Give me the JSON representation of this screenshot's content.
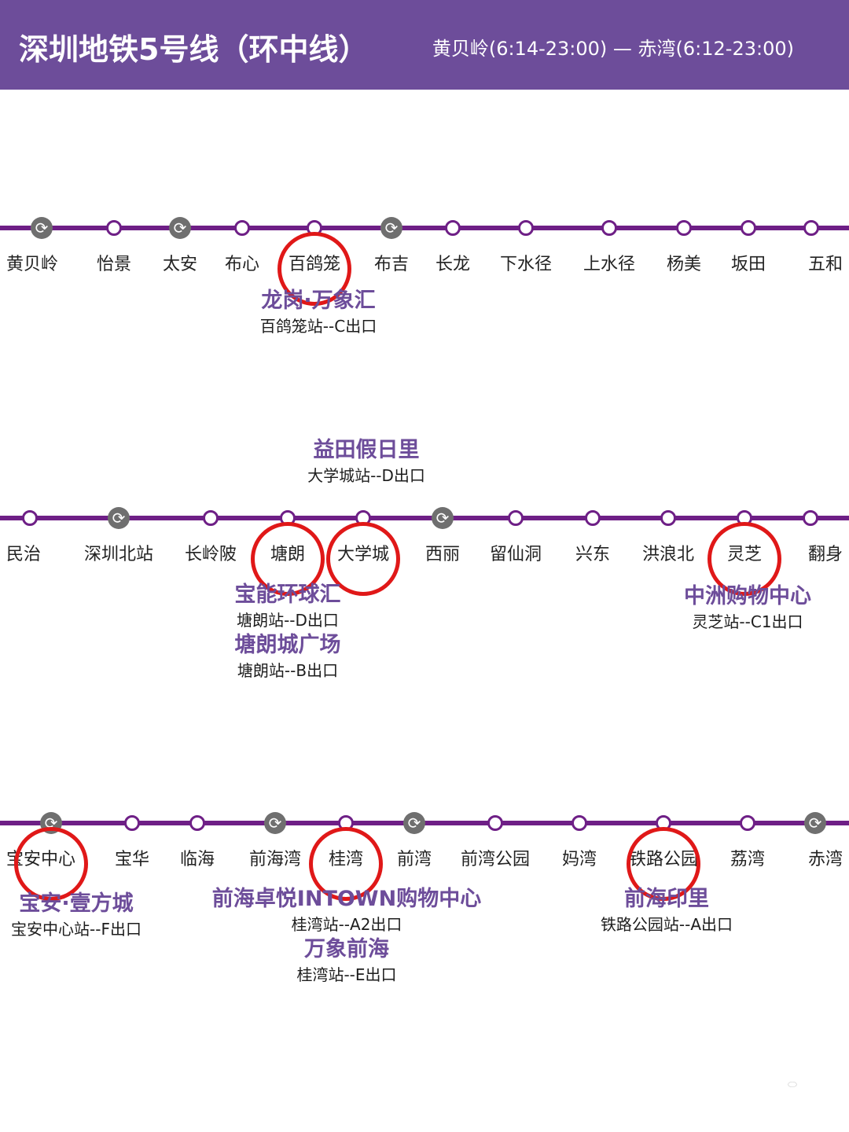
{
  "header": {
    "title": "深圳地铁5号线（环中线）",
    "hours": "黄贝岭(6:14-23:00) — 赤湾(6:12-23:00)"
  },
  "colors": {
    "line": "#6e1f86",
    "header": "#6d4d9a",
    "highlight": "#e01818",
    "transfer": "#6f6f6f"
  },
  "rows": [
    {
      "stations": [
        {
          "name": "黄贝岭",
          "transfer": true
        },
        {
          "name": "怡景",
          "transfer": false
        },
        {
          "name": "太安",
          "transfer": true
        },
        {
          "name": "布心",
          "transfer": false
        },
        {
          "name": "百鸽笼",
          "transfer": false,
          "highlight": true
        },
        {
          "name": "布吉",
          "transfer": true
        },
        {
          "name": "长龙",
          "transfer": false
        },
        {
          "name": "下水径",
          "transfer": false
        },
        {
          "name": "上水径",
          "transfer": false
        },
        {
          "name": "杨美",
          "transfer": false
        },
        {
          "name": "坂田",
          "transfer": false
        },
        {
          "name": "五和",
          "transfer": false
        }
      ],
      "annotations": [
        {
          "items": [
            {
              "mall": "龙岗·万象汇",
              "exit": "百鸽笼站--C出口"
            }
          ]
        }
      ]
    },
    {
      "stations": [
        {
          "name": "民治",
          "transfer": false
        },
        {
          "name": "深圳北站",
          "transfer": true
        },
        {
          "name": "长岭陂",
          "transfer": false
        },
        {
          "name": "塘朗",
          "transfer": false,
          "highlight": true
        },
        {
          "name": "大学城",
          "transfer": false,
          "highlight": true
        },
        {
          "name": "西丽",
          "transfer": true
        },
        {
          "name": "留仙洞",
          "transfer": false
        },
        {
          "name": "兴东",
          "transfer": false
        },
        {
          "name": "洪浪北",
          "transfer": false
        },
        {
          "name": "灵芝",
          "transfer": false,
          "highlight": true
        },
        {
          "name": "翻身",
          "transfer": false
        }
      ],
      "annotations": [
        {
          "items": [
            {
              "mall": "益田假日里",
              "exit": "大学城站--D出口"
            }
          ]
        },
        {
          "items": [
            {
              "mall": "宝能环球汇",
              "exit": "塘朗站--D出口"
            },
            {
              "mall": "塘朗城广场",
              "exit": "塘朗站--B出口"
            }
          ]
        },
        {
          "items": [
            {
              "mall": "中洲购物中心",
              "exit": "灵芝站--C1出口"
            }
          ]
        }
      ]
    },
    {
      "stations": [
        {
          "name": "宝安中心",
          "transfer": true,
          "highlight": true
        },
        {
          "name": "宝华",
          "transfer": false
        },
        {
          "name": "临海",
          "transfer": false
        },
        {
          "name": "前海湾",
          "transfer": true
        },
        {
          "name": "桂湾",
          "transfer": false,
          "highlight": true
        },
        {
          "name": "前湾",
          "transfer": true
        },
        {
          "name": "前湾公园",
          "transfer": false
        },
        {
          "name": "妈湾",
          "transfer": false
        },
        {
          "name": "铁路公园",
          "transfer": false,
          "highlight": true
        },
        {
          "name": "荔湾",
          "transfer": false
        },
        {
          "name": "赤湾",
          "transfer": true
        }
      ],
      "annotations": [
        {
          "items": [
            {
              "mall": "宝安·壹方城",
              "exit": "宝安中心站--F出口"
            }
          ]
        },
        {
          "items": [
            {
              "mall": "前海卓悦INTOWN购物中心",
              "exit": "桂湾站--A2出口"
            },
            {
              "mall": "万象前海",
              "exit": "桂湾站--E出口"
            }
          ]
        },
        {
          "items": [
            {
              "mall": "前海印里",
              "exit": "铁路公园站--A出口"
            }
          ]
        }
      ]
    }
  ],
  "transfer_icon": "transfer-arrows-icon"
}
